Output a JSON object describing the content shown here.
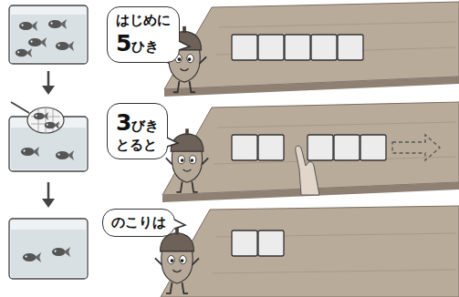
{
  "diagram": {
    "nodes": [
      {
        "text": [
          "はじめに",
          "5ひき"
        ]
      },
      {
        "text": [
          "3びき",
          "とると"
        ]
      },
      {
        "text": [
          "のこりは"
        ]
      }
    ]
  }
}
